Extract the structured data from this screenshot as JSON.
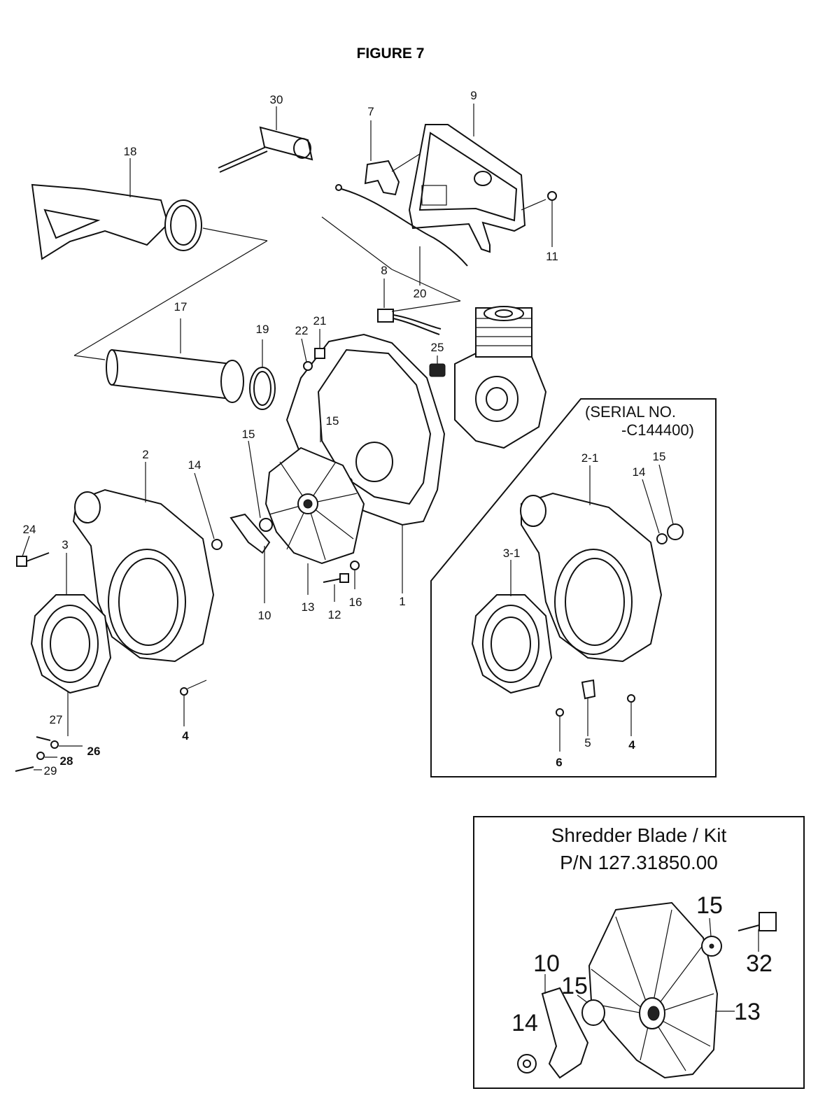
{
  "figure_title": "FIGURE 7",
  "callouts": {
    "c30": "30",
    "c9": "9",
    "c7": "7",
    "c18": "18",
    "c11": "11",
    "c8": "8",
    "c20": "20",
    "c17": "17",
    "c19": "19",
    "c22": "22",
    "c21": "21",
    "c25": "25",
    "c15a": "15",
    "c15b": "15",
    "c2": "2",
    "c14": "14",
    "c24": "24",
    "c3": "3",
    "c10": "10",
    "c13": "13",
    "c12": "12",
    "c16": "16",
    "c1": "1",
    "c4": "4",
    "c27": "27",
    "c26": "26",
    "c28": "28",
    "c29": "29"
  },
  "serial_box": {
    "line1": "(SERIAL NO.",
    "line2": "-C144400)",
    "callouts": {
      "c2_1": "2-1",
      "c14": "14",
      "c15": "15",
      "c3_1": "3-1",
      "c5": "5",
      "c6": "6",
      "c4": "4"
    }
  },
  "kit_box": {
    "line1": "Shredder Blade / Kit",
    "line2": "P/N  127.31850.00",
    "callouts": {
      "c15a": "15",
      "c32": "32",
      "c10": "10",
      "c15b": "15",
      "c14": "14",
      "c13": "13"
    }
  }
}
